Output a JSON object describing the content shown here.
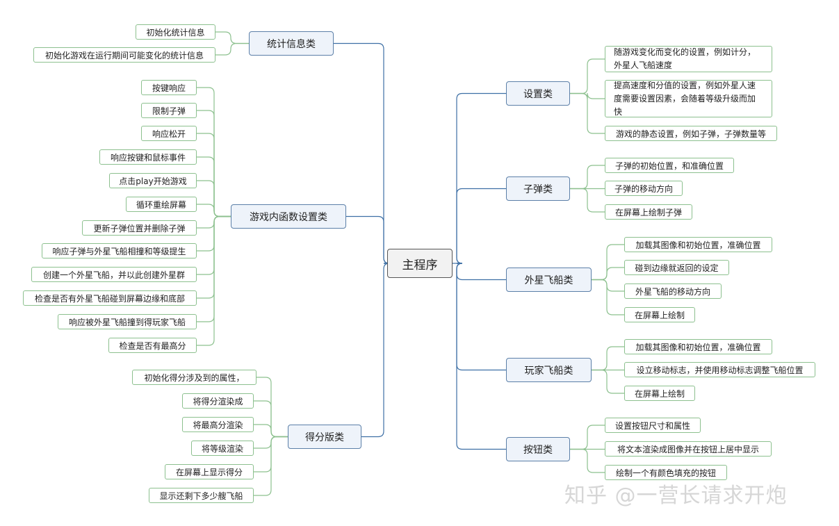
{
  "root": {
    "label": "主程序"
  },
  "left": [
    {
      "label": "统计信息类",
      "items": [
        "初始化统计信息",
        "初始化游戏在运行期间可能变化的统计信息"
      ]
    },
    {
      "label": "游戏内函数设置类",
      "items": [
        "按键响应",
        "限制子弹",
        "响应松开",
        "响应按键和鼠标事件",
        "点击play开始游戏",
        "循环重绘屏幕",
        "更新子弹位置并删除子弹",
        "响应子弹与外星飞船相撞和等级提生",
        "创建一个外星飞船，并以此创建外星群",
        "检查是否有外星飞船碰到屏幕边缘和底部",
        "响应被外星飞船撞到得玩家飞船",
        "检查是否有最高分"
      ]
    },
    {
      "label": "得分版类",
      "items": [
        "初始化得分涉及到的属性，",
        "将得分渲染成",
        "将最高分渲染",
        "将等级渲染",
        "在屏幕上显示得分",
        "显示还剩下多少艘飞船"
      ]
    }
  ],
  "right": [
    {
      "label": "设置类",
      "items": [
        "随游戏变化而变化的设置，例如计分，外星人飞船速度",
        "提高速度和分值的设置，例如外星人速度需要设置因素，会随着等级升级而加快",
        "游戏的静态设置，例如子弹，子弹数量等"
      ]
    },
    {
      "label": "子弹类",
      "items": [
        "子弹的初始位置，和准确位置",
        "子弹的移动方向",
        "在屏幕上绘制子弹"
      ]
    },
    {
      "label": "外星飞船类",
      "items": [
        "加载其图像和初始位置，准确位置",
        "碰到边缘就返回的设定",
        "外星飞船的移动方向",
        "在屏幕上绘制"
      ]
    },
    {
      "label": "玩家飞船类",
      "items": [
        "加载其图像和初始位置，准确位置",
        "设立移动标志，并使用移动标志调整飞船位置",
        "在屏幕上绘制"
      ]
    },
    {
      "label": "按钮类",
      "items": [
        "设置按钮尺寸和属性",
        "将文本渲染成图像并在按钮上居中显示",
        "绘制一个有颜色填充的按钮"
      ]
    }
  ],
  "watermark": "知乎 @一营长请求开炮",
  "colors": {
    "branch_line": "#3d6fa5",
    "leaf_line": "#8cc08e",
    "branch_border": "#5b7fa8",
    "leaf_border": "#8cc08e"
  }
}
